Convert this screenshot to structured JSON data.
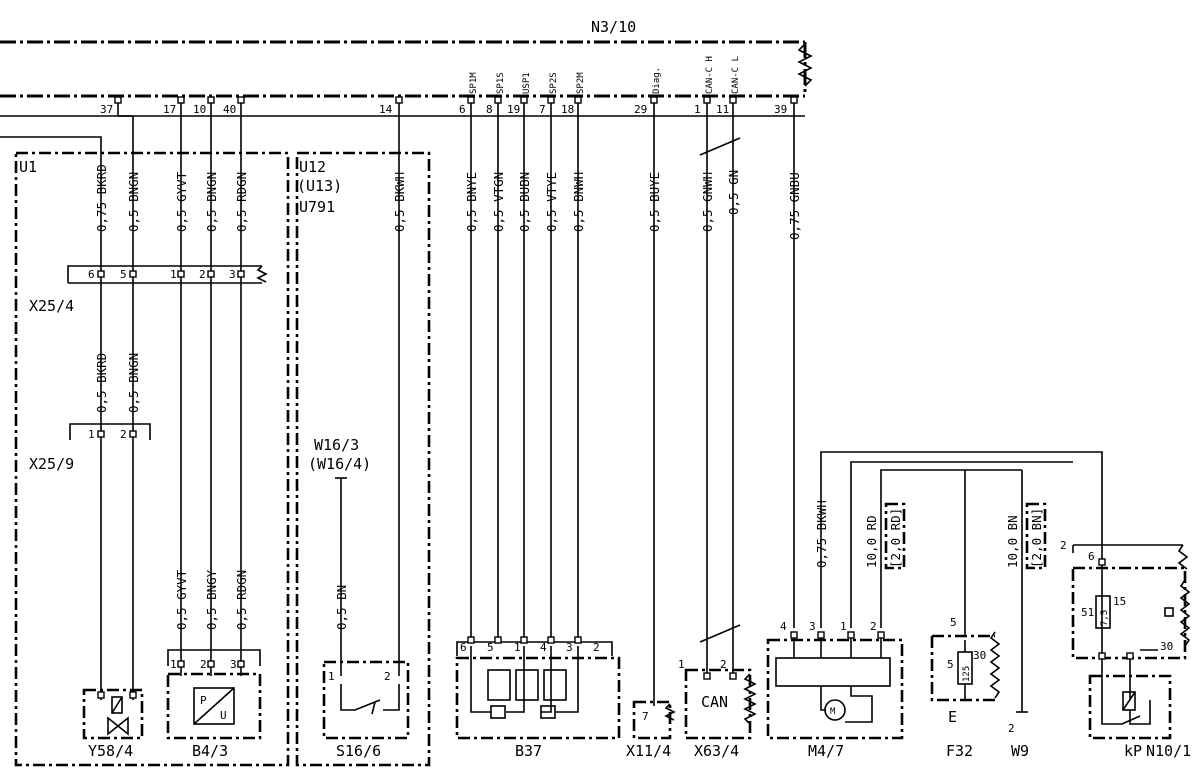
{
  "title": "N3/10",
  "modules": {
    "u1": "U1",
    "u12": "U12",
    "u13": "(U13)",
    "u791": "U791"
  },
  "connectors": {
    "x25_4": "X25/4",
    "x25_9": "X25/9",
    "w16_3": "W16/3",
    "w16_4": "(W16/4)"
  },
  "pins_top": [
    {
      "n": "37"
    },
    {
      "n": "17"
    },
    {
      "n": "10"
    },
    {
      "n": "40"
    },
    {
      "n": "14"
    },
    {
      "n": "6",
      "sig": "SP1M"
    },
    {
      "n": "8",
      "sig": "SP1S"
    },
    {
      "n": "19",
      "sig": "USP1"
    },
    {
      "n": "7",
      "sig": "SP2S"
    },
    {
      "n": "18",
      "sig": "SP2M"
    },
    {
      "n": "29",
      "sig": "Diag."
    },
    {
      "n": "1",
      "sig": "CAN-C H"
    },
    {
      "n": "11",
      "sig": "CAN-C L"
    },
    {
      "n": "39"
    }
  ],
  "wires_upper": [
    {
      "label": "0,75 BKRD"
    },
    {
      "label": "0,5 BNGN"
    },
    {
      "label": "0,5 GYVT"
    },
    {
      "label": "0,5 BNGN"
    },
    {
      "label": "0,5 RDGN"
    },
    {
      "label": "0,5 BKWH"
    },
    {
      "label": "0,5 BNYE"
    },
    {
      "label": "0,5 VTGN"
    },
    {
      "label": "0,5 BUBN"
    },
    {
      "label": "0,5 VTYE"
    },
    {
      "label": "0,5 BNWH"
    },
    {
      "label": "0,5 BUYE"
    },
    {
      "label": "0,5 GNWH"
    },
    {
      "label": "0,5 GN"
    },
    {
      "label": "0,75 GNBU"
    }
  ],
  "wires_mid": [
    {
      "label": "0,5 BKRD"
    },
    {
      "label": "0,5 BNGN"
    }
  ],
  "wires_lower": [
    {
      "label": "0,5 GYVT"
    },
    {
      "label": "0,5 BNGY"
    },
    {
      "label": "0,5 RDGN"
    },
    {
      "label": "0,5 BN"
    },
    {
      "label": "0,75 BKWH"
    },
    {
      "label": "10,0 RD"
    },
    {
      "label": "[2,0 RD]"
    },
    {
      "label": "10,0 BN"
    },
    {
      "label": "[2,0 BN]"
    }
  ],
  "x25_4_pins": [
    "6",
    "5",
    "1",
    "2",
    "3"
  ],
  "x25_9_pins": [
    "1",
    "2"
  ],
  "component_pins": {
    "b4_3": [
      "1",
      "2",
      "3"
    ],
    "s16_6": [
      "1",
      "2"
    ],
    "b37": [
      "6",
      "5",
      "1",
      "4",
      "3",
      "2"
    ],
    "x11_4": [
      "7"
    ],
    "x63_4": [
      "1",
      "2"
    ],
    "m4_7": [
      "4",
      "3",
      "1",
      "2"
    ],
    "f32": [
      "5",
      "5",
      "30"
    ],
    "w9": [
      "2"
    ],
    "n10_1": [
      "2",
      "6",
      "51",
      "15",
      "30"
    ]
  },
  "fuse_f32": "125",
  "fuse_n10": "7,5",
  "sensor_glyph": {
    "p": "P",
    "u": "U"
  },
  "can_text": "CAN",
  "components": [
    {
      "id": "Y58/4"
    },
    {
      "id": "B4/3"
    },
    {
      "id": "S16/6"
    },
    {
      "id": "B37"
    },
    {
      "id": "X11/4"
    },
    {
      "id": "X63/4"
    },
    {
      "id": "M4/7"
    },
    {
      "id": "F32"
    },
    {
      "id": "E"
    },
    {
      "id": "W9"
    },
    {
      "id": "kP"
    },
    {
      "id": "N10/1"
    }
  ]
}
